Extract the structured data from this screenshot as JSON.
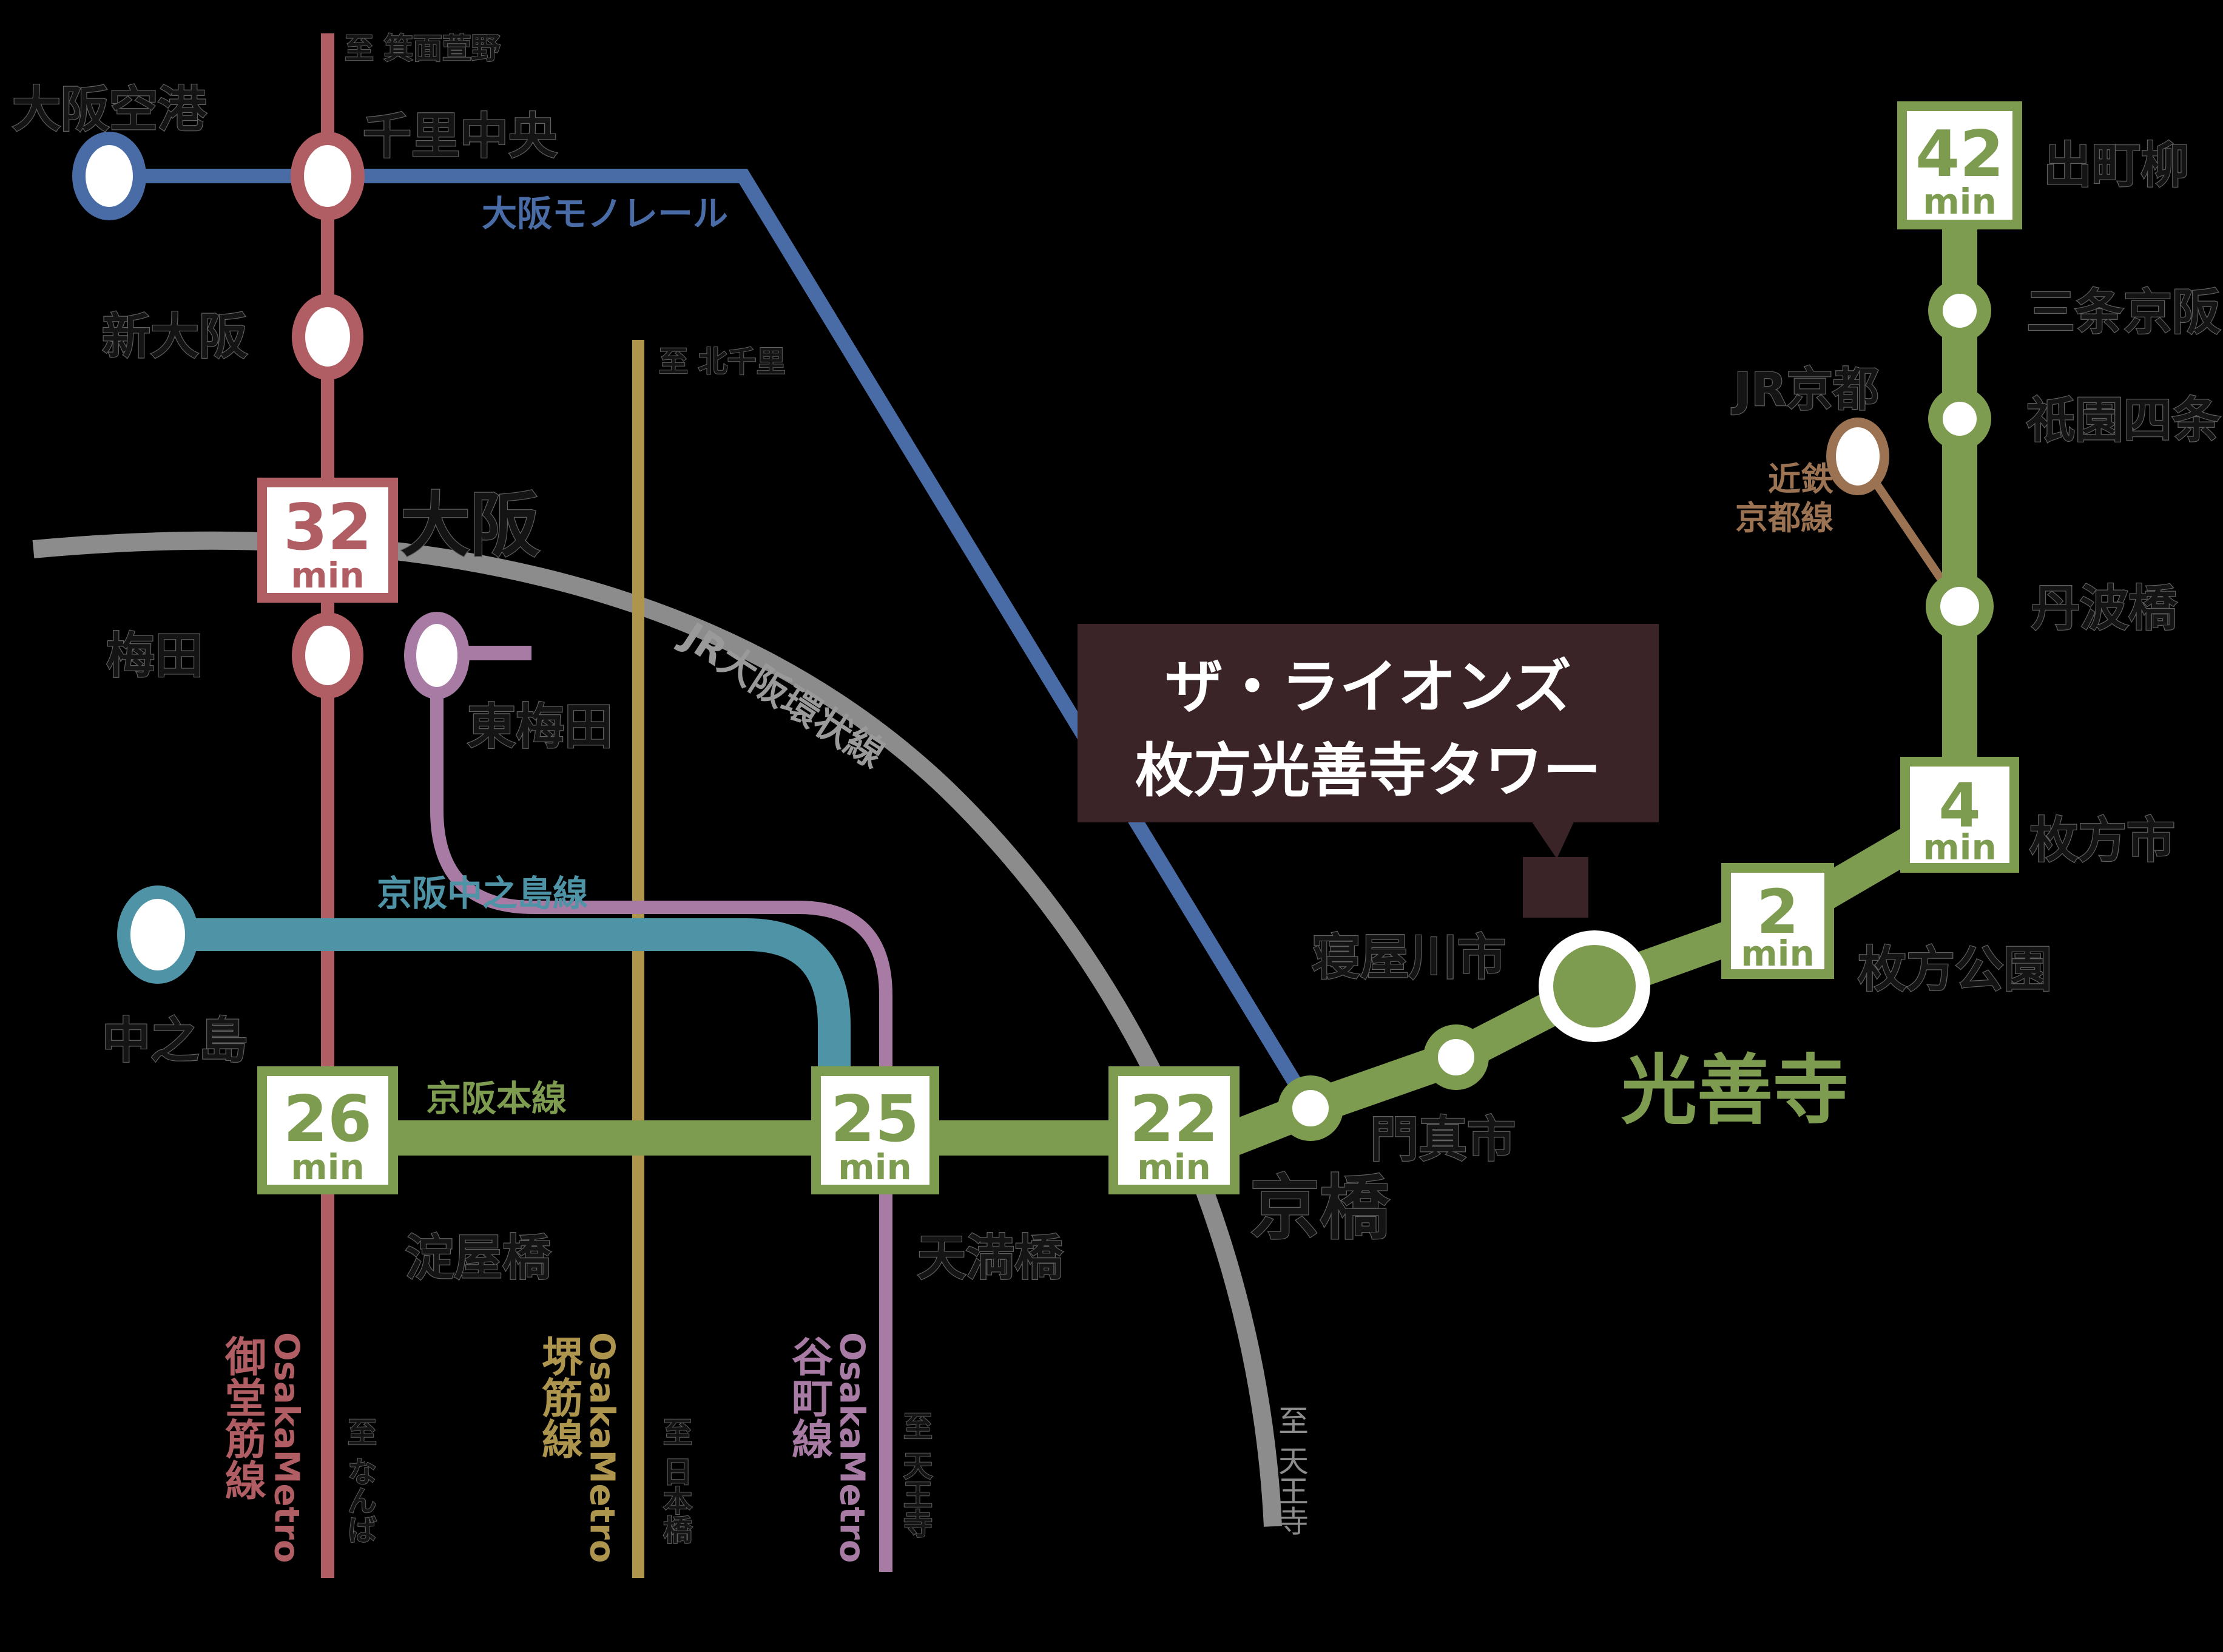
{
  "property": {
    "line1": "ザ・ライオンズ",
    "line2": "枚方光善寺タワー"
  },
  "stations": {
    "osaka_airport": "大阪空港",
    "senri_chuo": "千里中央",
    "shin_osaka": "新大阪",
    "osaka": "大阪",
    "umeda": "梅田",
    "higashi_umeda": "東梅田",
    "nakanoshima": "中之島",
    "yodoyabashi": "淀屋橋",
    "temmabashi": "天満橋",
    "kyobashi": "京橋",
    "kadoma_shi": "門真市",
    "neyagawa_shi": "寝屋川市",
    "kozenji": "光善寺",
    "hirakata_koen": "枚方公園",
    "hirakata_shi": "枚方市",
    "tambabashi": "丹波橋",
    "gion_shijo": "祇園四条",
    "sanjo_keihan": "三条京阪",
    "demachiyanagi": "出町柳",
    "jr_kyoto": "JR京都"
  },
  "badges": {
    "umeda": {
      "value": "32",
      "unit": "min"
    },
    "yodoyabashi": {
      "value": "26",
      "unit": "min"
    },
    "temmabashi": {
      "value": "25",
      "unit": "min"
    },
    "kyobashi": {
      "value": "22",
      "unit": "min"
    },
    "demachiyanagi": {
      "value": "42",
      "unit": "min"
    },
    "hirakata_shi": {
      "value": "4",
      "unit": "min"
    },
    "hirakata_koen": {
      "value": "2",
      "unit": "min"
    }
  },
  "line_labels": {
    "osaka_monorail": "大阪モノレール",
    "jr_loop": "JR大阪環状線",
    "keihan_nakanoshima": "京阪中之島線",
    "keihan_main": "京阪本線",
    "kintetsu_line1": "近鉄",
    "kintetsu_line2": "京都線",
    "midosuji_brand": "OsakaMetro",
    "midosuji_name": "御堂筋線",
    "sakaisuji_brand": "OsakaMetro",
    "sakaisuji_name": "堺筋線",
    "tanimachi_brand": "OsakaMetro",
    "tanimachi_name": "谷町線"
  },
  "destinations": {
    "minoo_kayano": "至 箕面萱野",
    "kita_senri": "至 北千里",
    "namba": "至 なんば",
    "nippombashi": "至 日本橋",
    "tennoji_tanimachi": "至 天王寺",
    "tennoji_jr": "至 天王寺"
  },
  "colors": {
    "background": "#000000",
    "keihan_green": "#7e9c50",
    "midosuji_red": "#b05e63",
    "monorail_blue": "#4a6ca6",
    "nakanoshima_teal": "#4f93a6",
    "sakaisuji_yellow": "#ad954e",
    "tanimachi_purple": "#a77ba3",
    "jr_gray": "#8c8c8c",
    "kintetsu_brown": "#9b7352",
    "callout_dark": "#3a2427",
    "station_fill": "#ffffff"
  }
}
